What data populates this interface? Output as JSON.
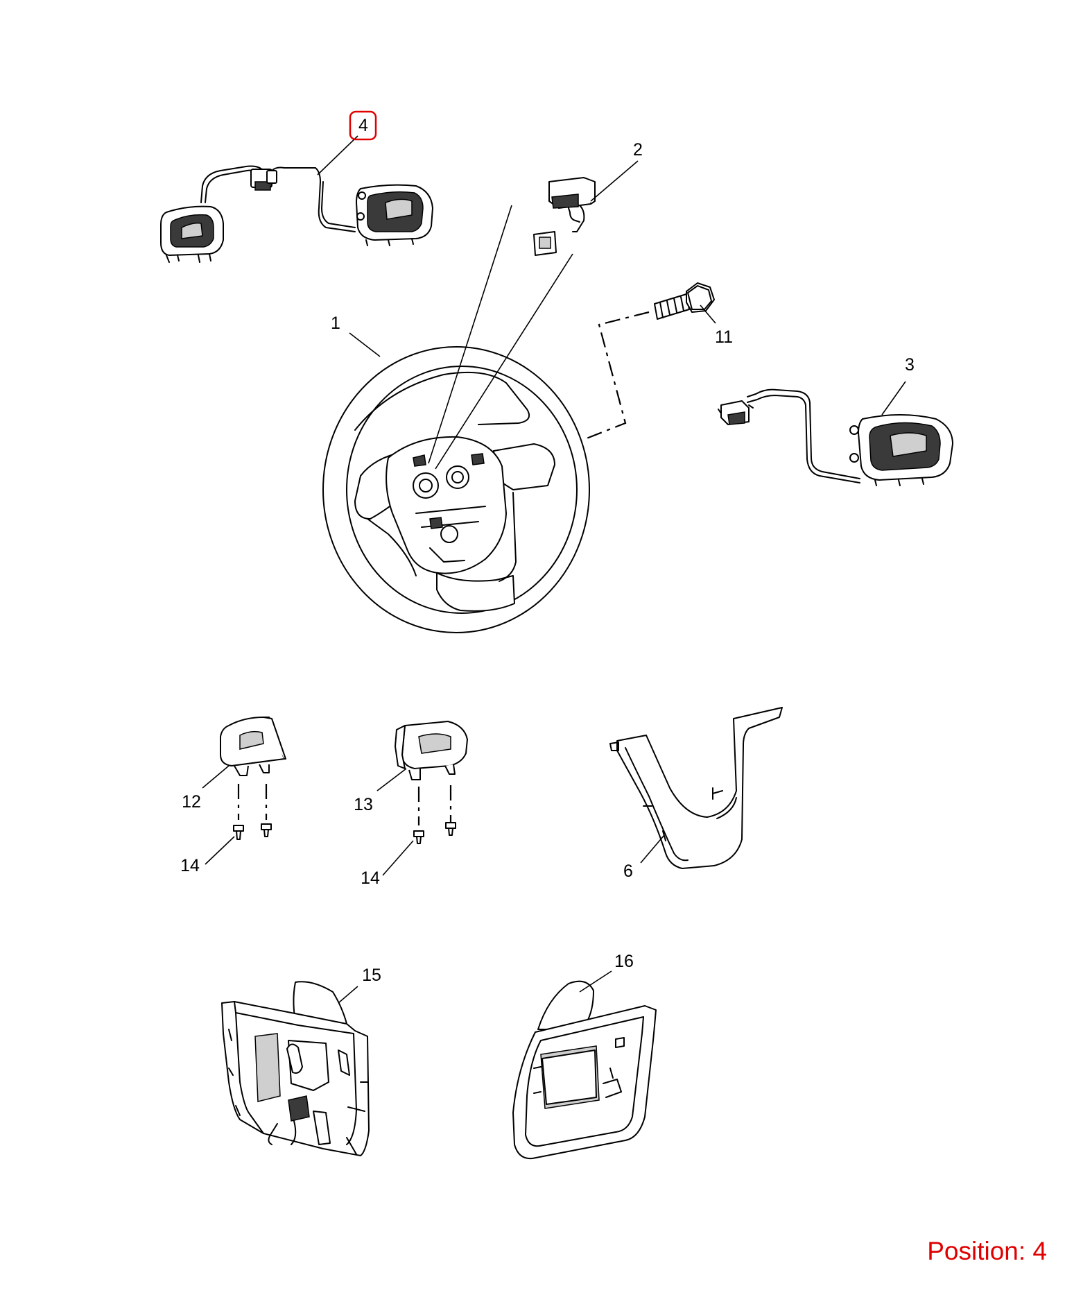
{
  "callouts": {
    "c1": "1",
    "c2": "2",
    "c3": "3",
    "c4": "4",
    "c6": "6",
    "c11": "11",
    "c12": "12",
    "c13": "13",
    "c14a": "14",
    "c14b": "14",
    "c15": "15",
    "c16": "16"
  },
  "highlighted_callout": "4",
  "position_label": "Position: 4",
  "colors": {
    "highlight": "#e00000",
    "line": "#000000"
  }
}
